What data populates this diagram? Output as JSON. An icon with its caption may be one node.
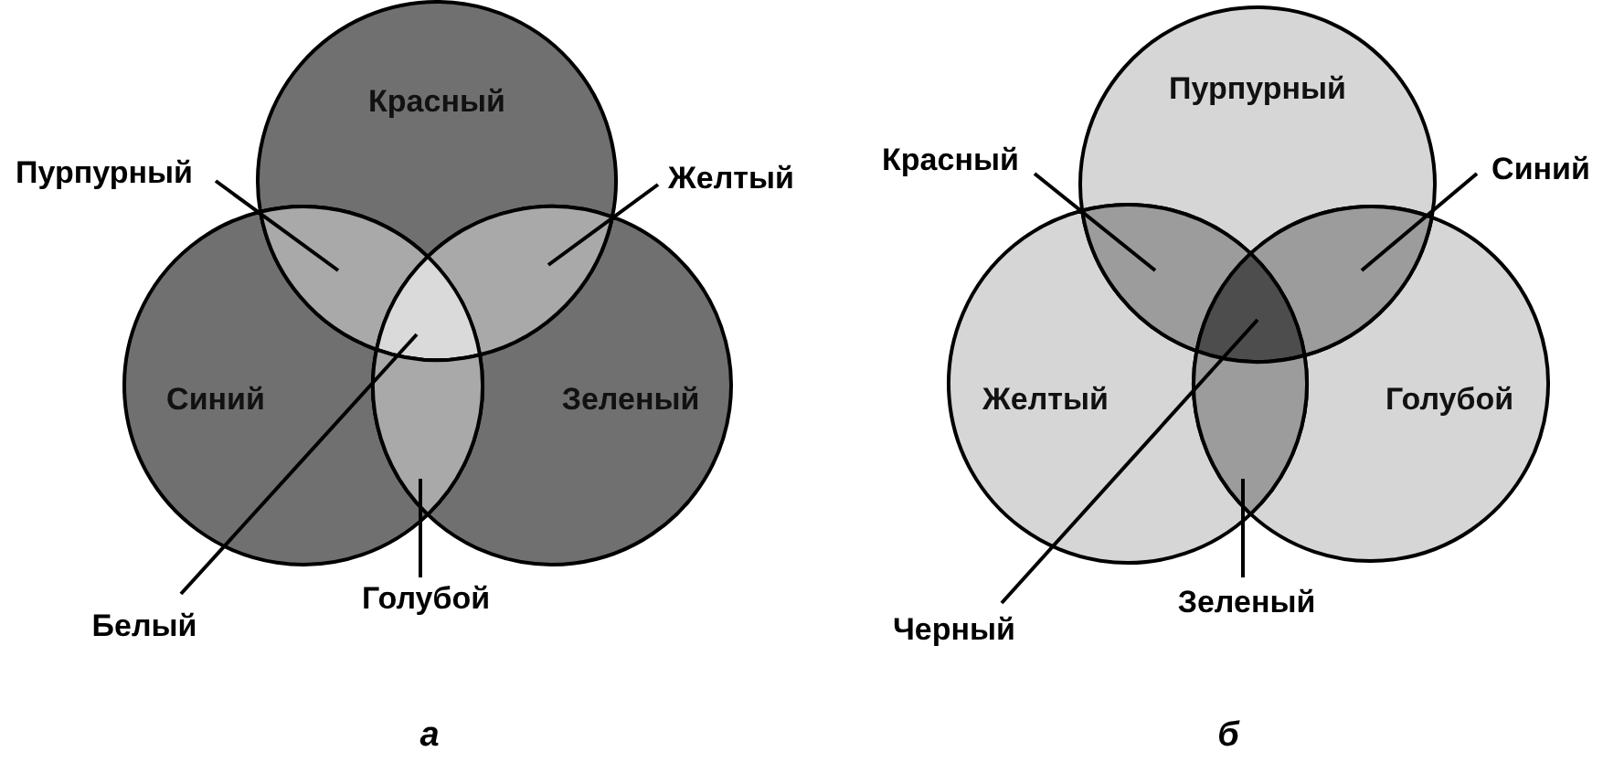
{
  "diagram": {
    "nodes": [
      {
        "text": [
          "Красный"
        ]
      },
      {
        "text": [
          "Синий"
        ]
      },
      {
        "text": [
          "Зеленый"
        ]
      },
      {
        "text": [
          "Пурпурный"
        ]
      },
      {
        "text": [
          "Желтый"
        ]
      },
      {
        "text": [
          "Белый"
        ]
      },
      {
        "text": [
          "Голубой"
        ]
      },
      {
        "text": [
          "Пурпурный"
        ]
      },
      {
        "text": [
          "Желтый"
        ]
      },
      {
        "text": [
          "Голубой"
        ]
      },
      {
        "text": [
          "Красный"
        ]
      },
      {
        "text": [
          "Синий"
        ]
      },
      {
        "text": [
          "Черный"
        ]
      },
      {
        "text": [
          "Зеленый"
        ]
      },
      {
        "text": [],
        "shape": "lens"
      },
      {
        "text": [],
        "shape": "lens"
      },
      {
        "text": [],
        "shape": "triangle"
      },
      {
        "text": [],
        "shape": "lens"
      },
      {
        "text": [],
        "shape": "lens"
      },
      {
        "text": [],
        "shape": "lens"
      },
      {
        "text": [],
        "shape": "triangle"
      },
      {
        "text": [],
        "shape": "lens"
      }
    ],
    "edges": [
      {
        "from": 3,
        "to": 14,
        "arrow": "none"
      },
      {
        "from": 4,
        "to": 15,
        "arrow": "none"
      },
      {
        "from": 5,
        "to": 16,
        "arrow": "none"
      },
      {
        "from": 6,
        "to": 17,
        "arrow": "none"
      },
      {
        "from": 10,
        "to": 18,
        "arrow": "none"
      },
      {
        "from": 11,
        "to": 19,
        "arrow": "none"
      },
      {
        "from": 12,
        "to": 20,
        "arrow": "none"
      },
      {
        "from": 13,
        "to": 21,
        "arrow": "none"
      }
    ],
    "labels": [
      "а",
      "б"
    ]
  }
}
